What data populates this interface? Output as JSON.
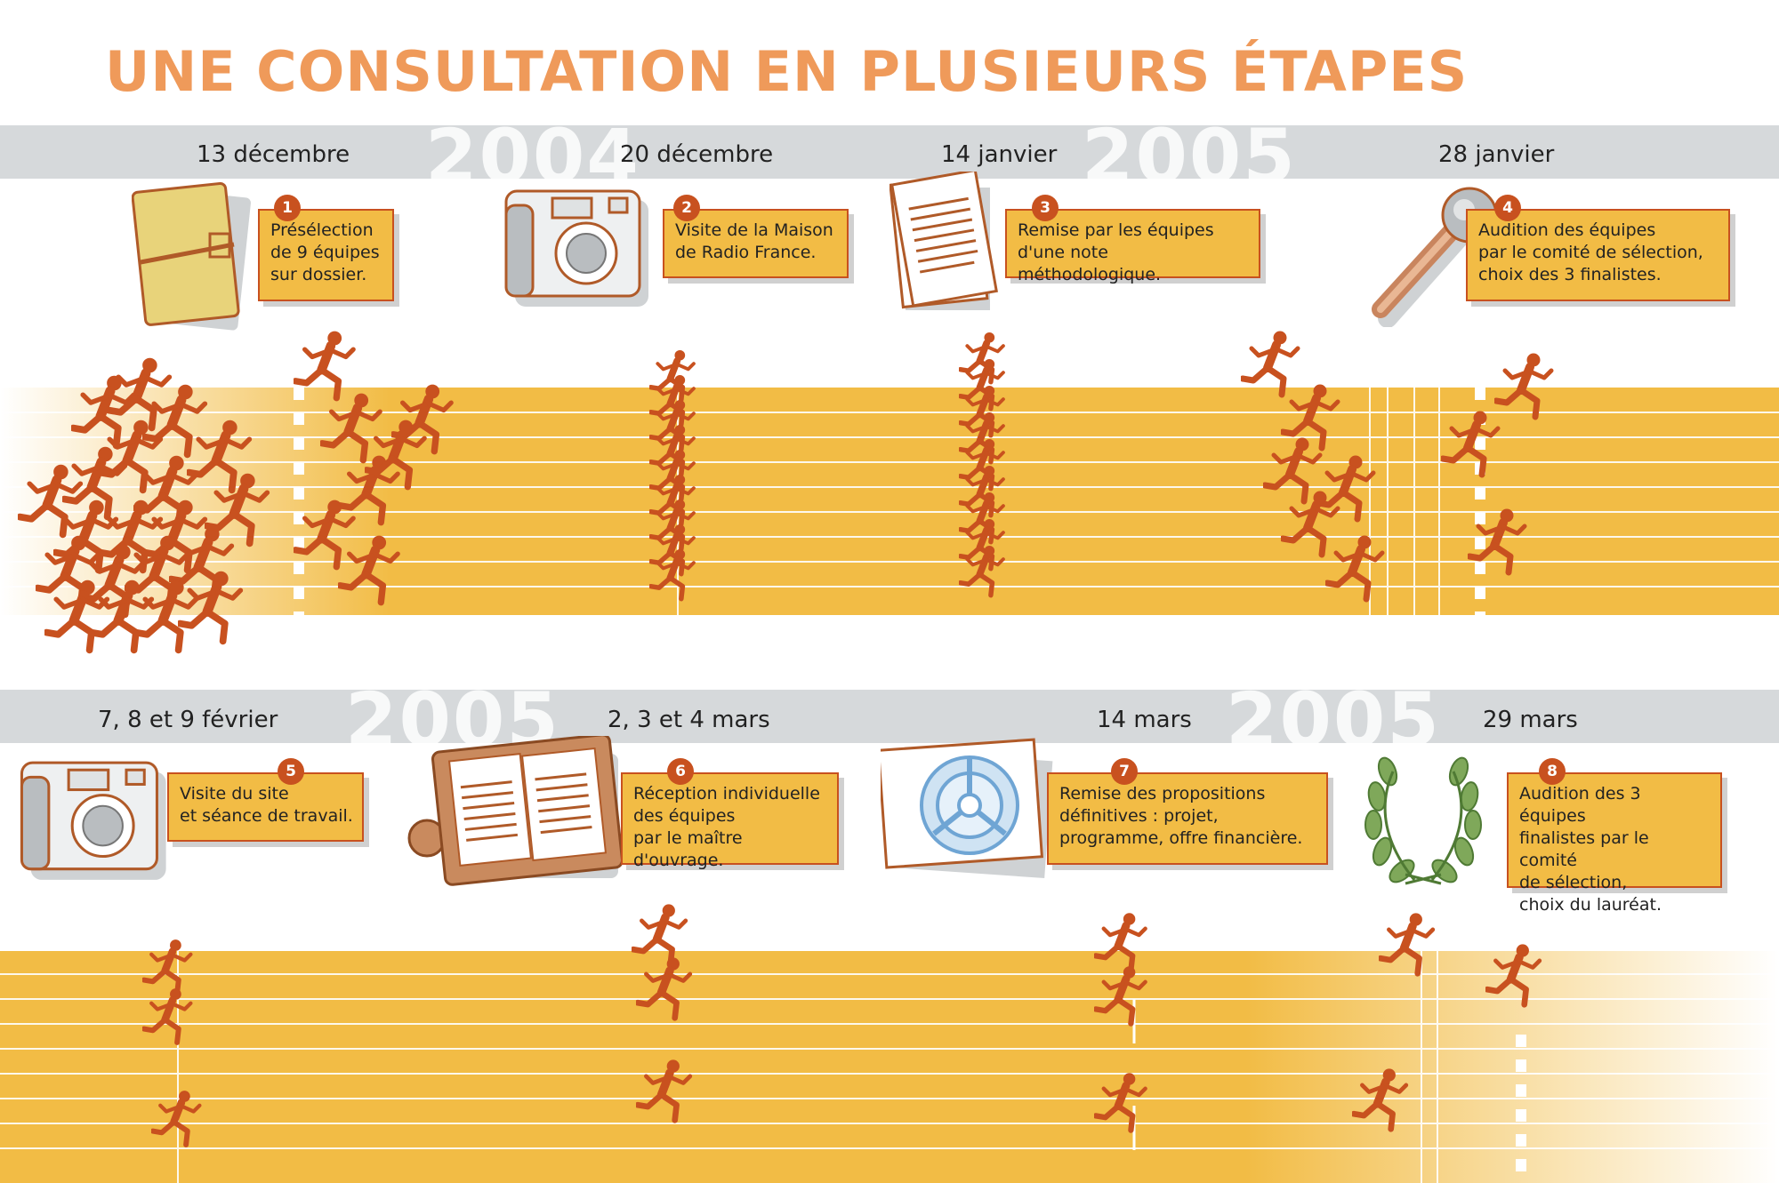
{
  "title": "UNE CONSULTATION EN PLUSIEURS ÉTAPES",
  "colors": {
    "accent": "#ef9a5a",
    "track": "#f2bc45",
    "runner": "#c8511f",
    "band": "#d6d9db"
  },
  "rows": [
    {
      "years": [
        "2004",
        "2005"
      ],
      "steps": [
        {
          "date": "13 décembre",
          "num": "1",
          "text": "Présélection\nde 9 équipes\nsur dossier.",
          "icon": "folder-icon"
        },
        {
          "date": "20 décembre",
          "num": "2",
          "text": "Visite de la Maison\nde Radio France.",
          "icon": "camera-icon"
        },
        {
          "date": "14 janvier",
          "num": "3",
          "text": "Remise par les équipes\nd'une note méthodologique.",
          "icon": "document-icon"
        },
        {
          "date": "28 janvier",
          "num": "4",
          "text": "Audition des équipes\npar le comité de sélection,\nchoix des 3 finalistes.",
          "icon": "microphone-icon"
        }
      ]
    },
    {
      "years": [
        "2005",
        "2005"
      ],
      "steps": [
        {
          "date": "7, 8 et 9 février",
          "num": "5",
          "text": "Visite du site\net séance de travail.",
          "icon": "camera-icon"
        },
        {
          "date": "2, 3 et 4 mars",
          "num": "6",
          "text": "Réception individuelle\ndes équipes\npar le maître d'ouvrage.",
          "icon": "agenda-icon"
        },
        {
          "date": "14 mars",
          "num": "7",
          "text": "Remise des propositions\ndéfinitives : projet,\nprogramme, offre financière.",
          "icon": "plan-icon"
        },
        {
          "date": "29 mars",
          "num": "8",
          "text": "Audition des 3 équipes\nfinalistes par le comité\nde sélection,\nchoix du lauréat.",
          "icon": "laurel-icon"
        }
      ]
    }
  ]
}
